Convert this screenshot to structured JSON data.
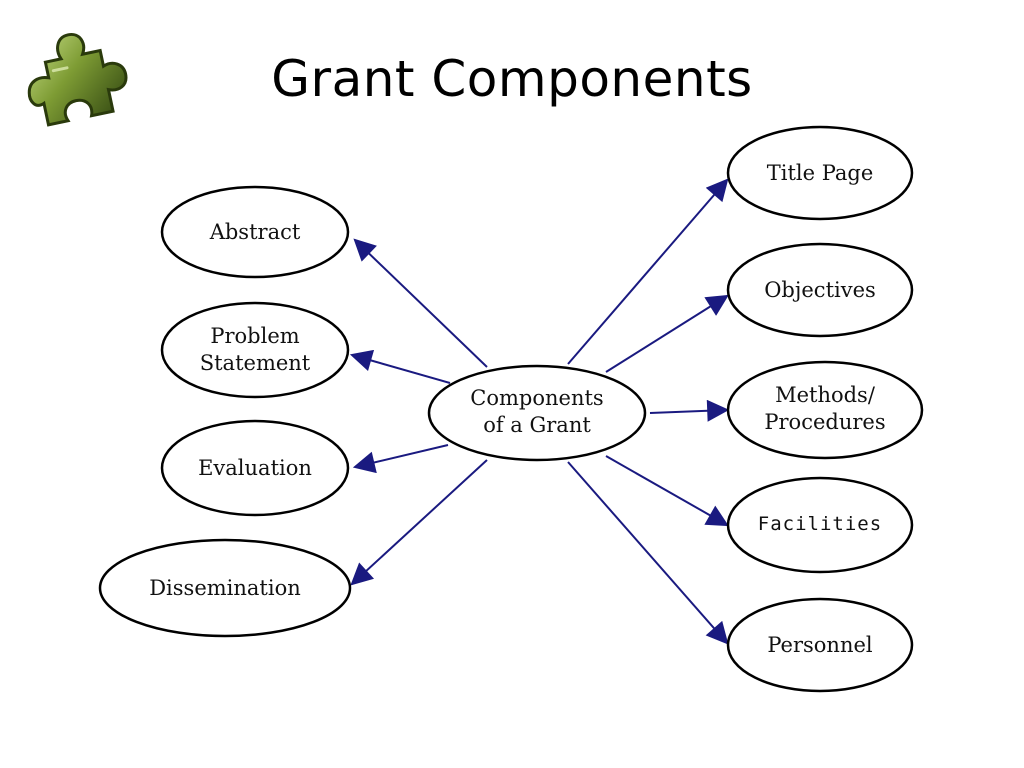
{
  "slide": {
    "title": "Grant Components"
  },
  "logo": {
    "icon": "puzzle-piece-icon",
    "color": "#7a9a3a"
  },
  "diagram": {
    "center": {
      "line1": "Components",
      "line2": "of a Grant"
    },
    "left_nodes": [
      {
        "id": "abstract",
        "line1": "Abstract",
        "line2": ""
      },
      {
        "id": "problem-statement",
        "line1": "Problem",
        "line2": "Statement"
      },
      {
        "id": "evaluation",
        "line1": "Evaluation",
        "line2": ""
      },
      {
        "id": "dissemination",
        "line1": "Dissemination",
        "line2": ""
      }
    ],
    "right_nodes": [
      {
        "id": "title-page",
        "line1": "Title Page",
        "line2": ""
      },
      {
        "id": "objectives",
        "line1": "Objectives",
        "line2": ""
      },
      {
        "id": "methods-procedures",
        "line1": "Methods/",
        "line2": "Procedures"
      },
      {
        "id": "facilities",
        "line1": "Facilities",
        "line2": ""
      },
      {
        "id": "personnel",
        "line1": "Personnel",
        "line2": ""
      }
    ],
    "arrow_color": "#1a1a80"
  }
}
